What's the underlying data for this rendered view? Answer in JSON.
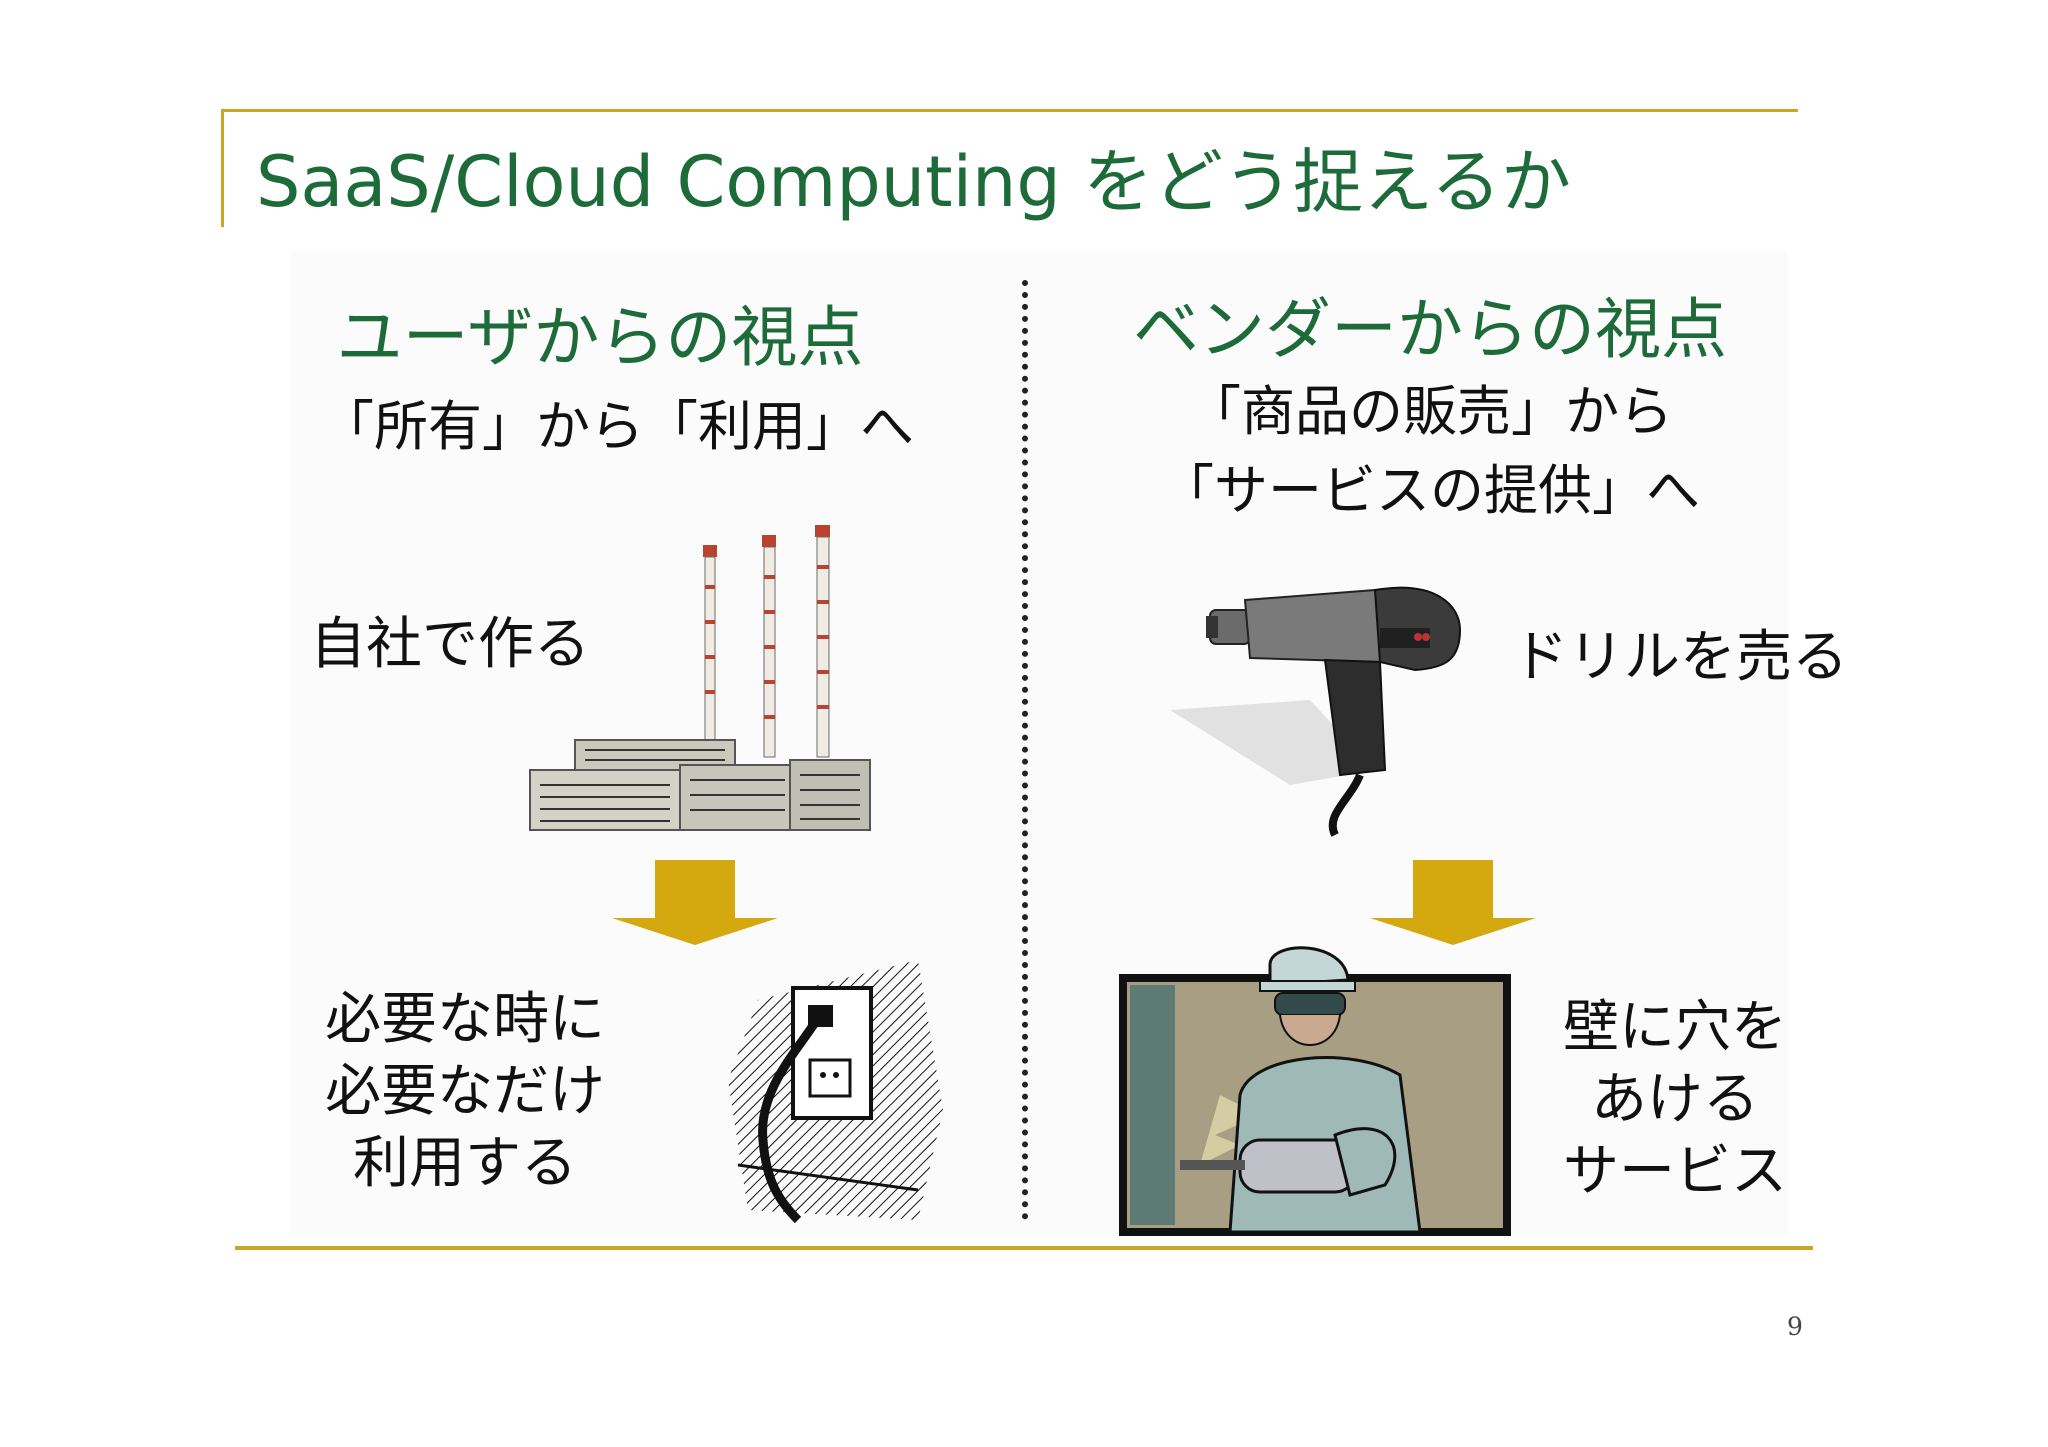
{
  "title": "SaaS/Cloud Computing をどう捉えるか",
  "left": {
    "heading": "ユーザからの視点",
    "subtitle": "「所有」から「利用」へ",
    "own_label": "自社で作る",
    "use_lines": [
      "必要な時に",
      "必要なだけ",
      "利用する"
    ]
  },
  "right": {
    "heading": "ベンダーからの視点",
    "subtitle_lines": [
      "「商品の販売」から",
      "「サービスの提供」へ"
    ],
    "sell_label": "ドリルを売る",
    "service_lines": [
      "壁に穴を",
      "あける",
      "サービス"
    ]
  },
  "page_number": "9",
  "icons": {
    "factory": "factory-icon",
    "outlet": "power-outlet-icon",
    "drill": "power-drill-icon",
    "worker": "worker-drilling-icon",
    "arrow": "down-arrow-icon"
  },
  "colors": {
    "title_green": "#1e6b3a",
    "accent_gold": "#c9a52a",
    "arrow_gold": "#d4a90f"
  }
}
